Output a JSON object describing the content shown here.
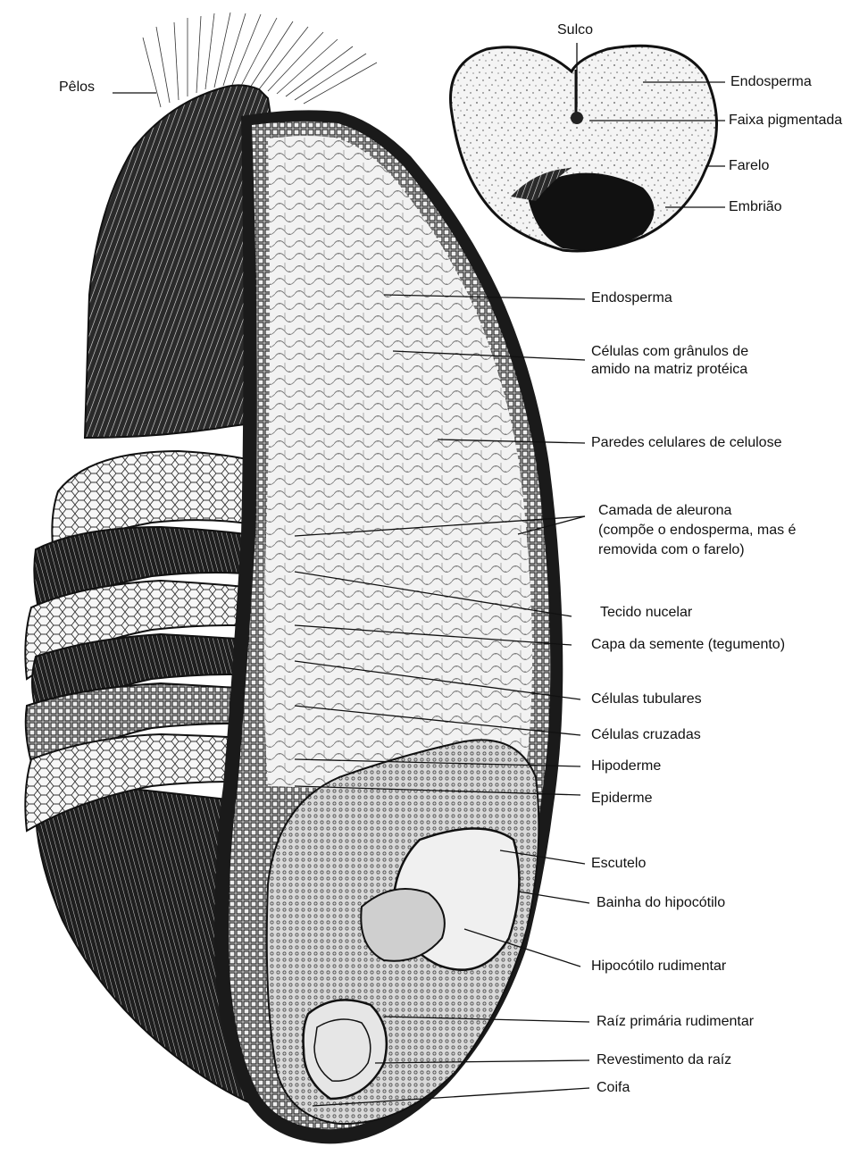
{
  "diagram": {
    "top_labels": {
      "hairs": "Pêlos",
      "groove": "Sulco",
      "endosperm_cross": "Endosperma",
      "pigment_strand": "Faixa pigmentada",
      "bran": "Farelo",
      "embryo": "Embrião"
    },
    "labels": {
      "endosperm": "Endosperma",
      "starch_cells_1": "Células com grânulos de",
      "starch_cells_2": "amido na matriz protéica",
      "cellulose_walls": "Paredes celulares de celulose",
      "aleurone_1": "Camada de aleurona",
      "aleurone_2": "(compõe o endosperma, mas é",
      "aleurone_3": "removida com o farelo)",
      "nucellar": "Tecido nucelar",
      "seed_coat": "Capa da semente (tegumento)",
      "tube_cells": "Células tubulares",
      "cross_cells": "Células cruzadas",
      "hypodermis": "Hipoderme",
      "epidermis": "Epiderme",
      "scutellum": "Escutelo",
      "hypocotyl_sheath": "Bainha do hipocótilo",
      "rudimentary_hypocotyl": "Hipocótilo rudimentar",
      "rudimentary_root": "Raíz primária rudimentar",
      "root_sheath": "Revestimento da raíz",
      "root_cap": "Coifa"
    }
  }
}
